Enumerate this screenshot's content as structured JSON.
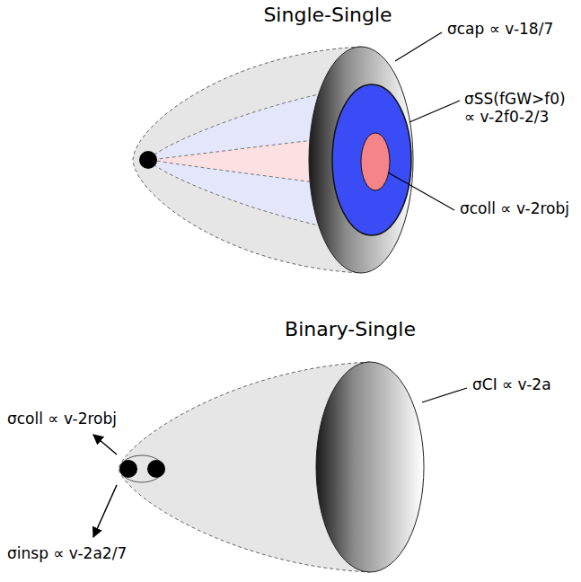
{
  "diagram": {
    "labels": [
      "Single-Single",
      "σcap ∝ v-18/7",
      "σSS(fGW>f0) ∝ v-2f0-2/3",
      "σcoll ∝ v-2robj",
      "Binary-Single",
      "σCI ∝ v-2a",
      "σcoll ∝ v-2robj",
      "σinsp ∝ v-2a2/7"
    ]
  }
}
